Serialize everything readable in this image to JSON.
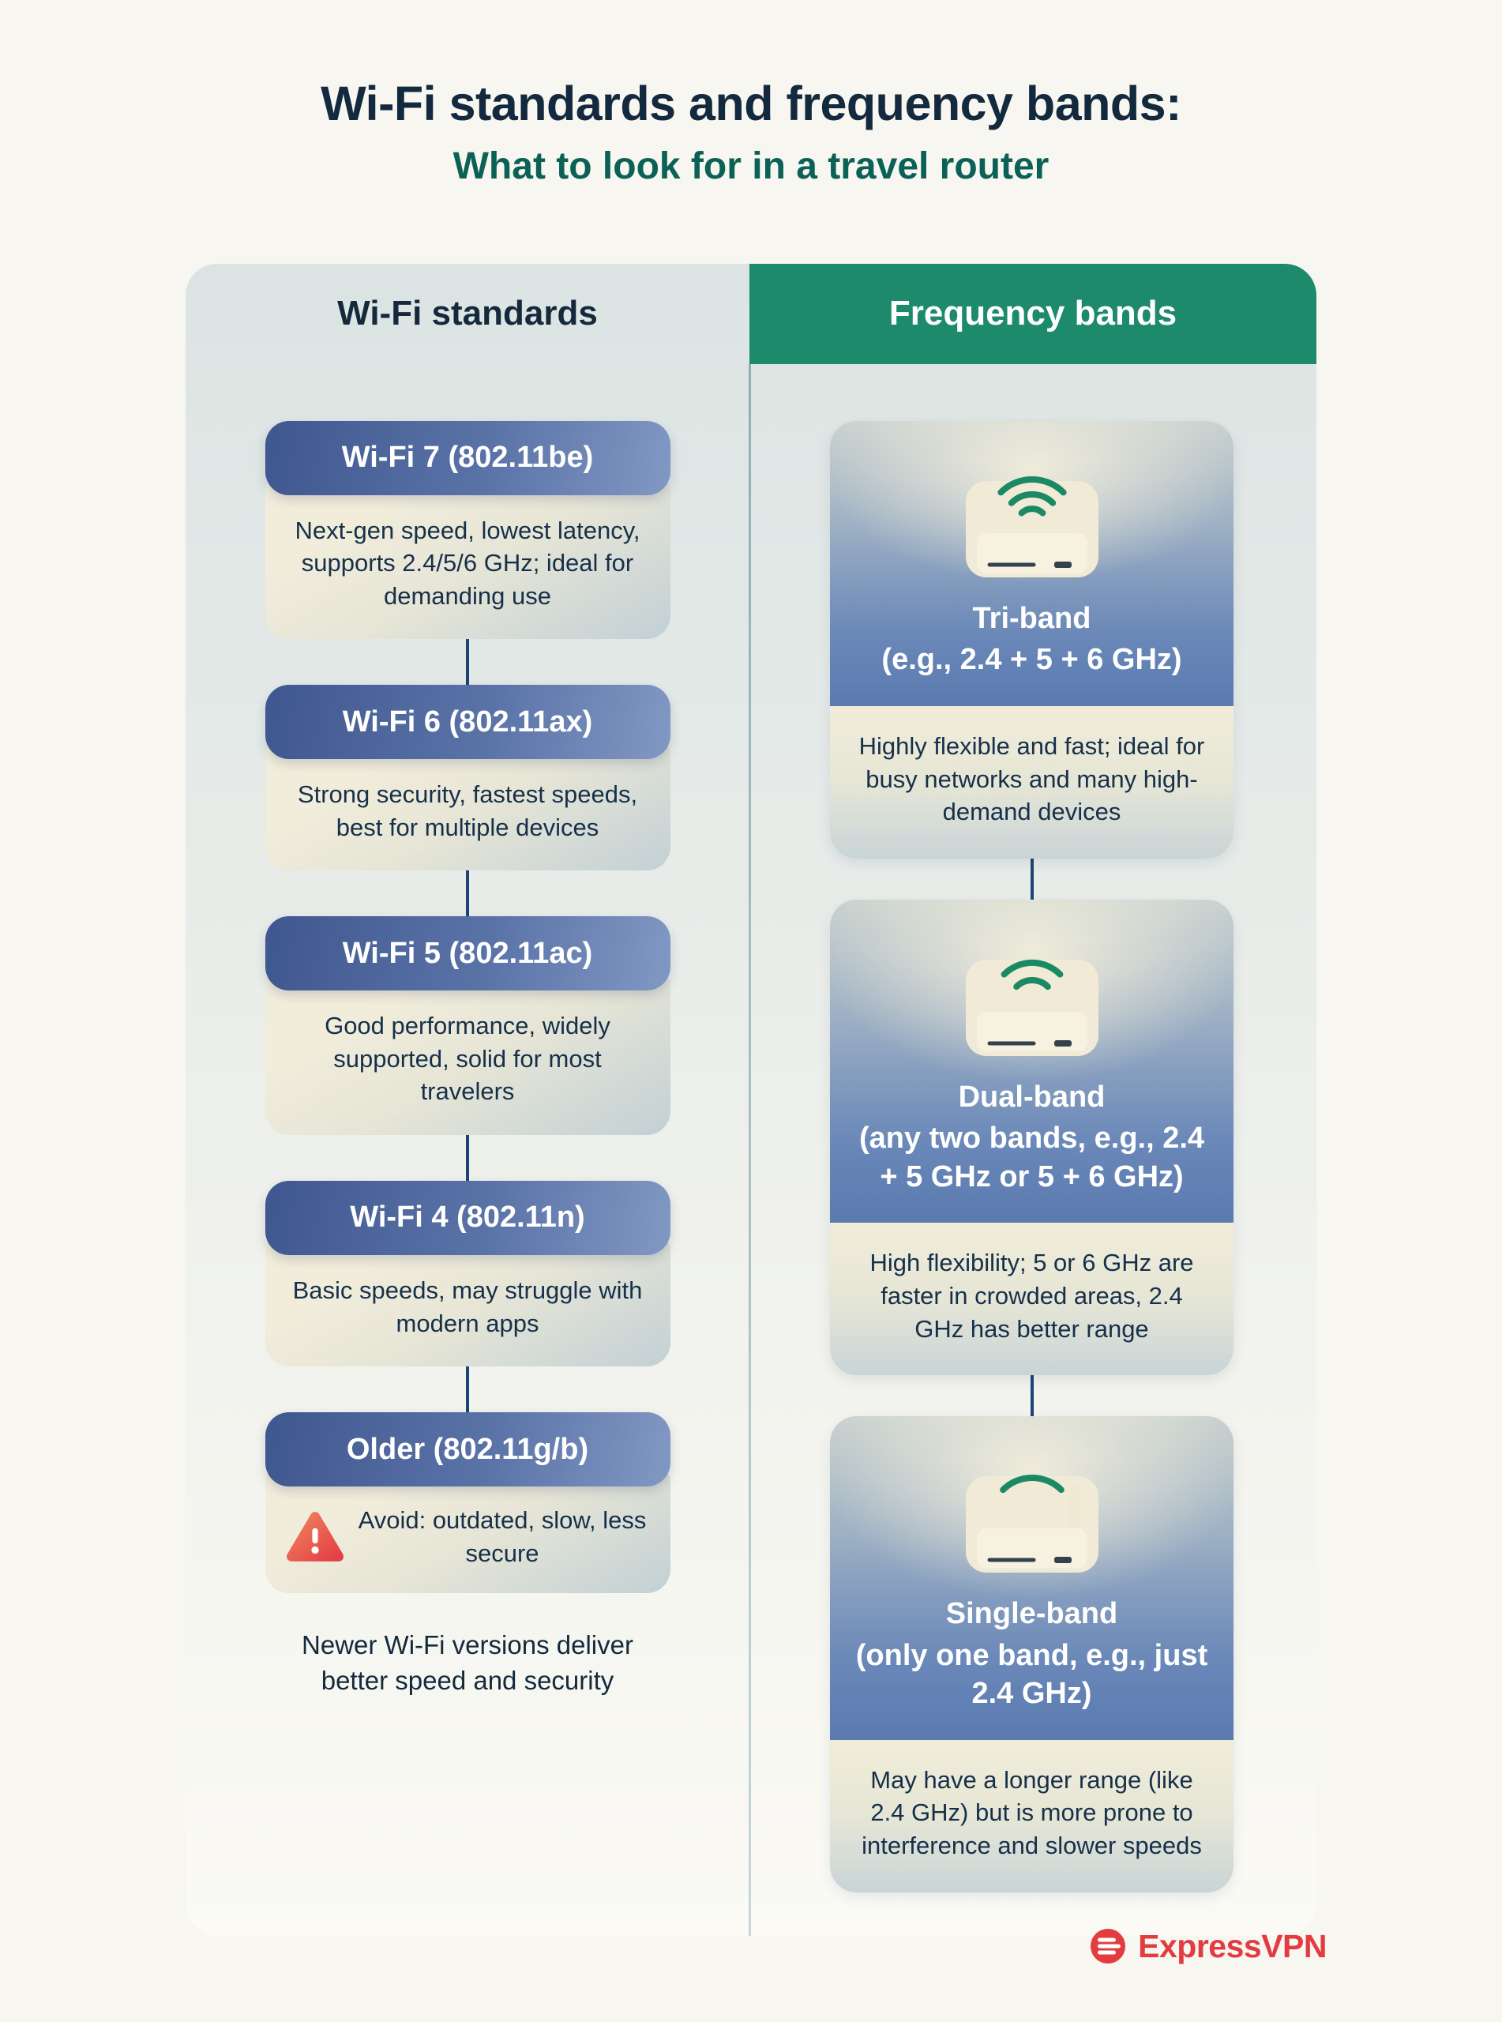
{
  "title": "Wi-Fi standards and frequency bands:",
  "subtitle": "What to look for in a travel router",
  "left_header": "Wi-Fi standards",
  "right_header": "Frequency bands",
  "standards": [
    {
      "name": "Wi-Fi 7 (802.11be)",
      "description": "Next-gen speed, lowest latency, supports 2.4/5/6 GHz; ideal for demanding use"
    },
    {
      "name": "Wi-Fi 6 (802.11ax)",
      "description": "Strong security, fastest speeds, best for multiple devices"
    },
    {
      "name": "Wi-Fi 5 (802.11ac)",
      "description": "Good performance, widely supported, solid for most travelers"
    },
    {
      "name": "Wi-Fi 4 (802.11n)",
      "description": "Basic speeds, may struggle with modern apps"
    },
    {
      "name": "Older (802.11g/b)",
      "description": "Avoid: outdated, slow, less secure",
      "icon": "warning-icon"
    }
  ],
  "standards_note": "Newer Wi-Fi versions deliver better speed and security",
  "bands": [
    {
      "name": "Tri-band",
      "detail": "(e.g., 2.4 + 5 + 6 GHz)",
      "description": "Highly flexible and fast; ideal for busy networks and many high-demand devices",
      "icon": "router-three-arcs-icon",
      "arcs": 3
    },
    {
      "name": "Dual-band",
      "detail": "(any two bands, e.g., 2.4 + 5 GHz or 5 + 6 GHz)",
      "description": "High flexibility; 5 or 6 GHz are faster in crowded areas, 2.4 GHz has better range",
      "icon": "router-two-arcs-icon",
      "arcs": 2
    },
    {
      "name": "Single-band",
      "detail": "(only one band, e.g., just 2.4 GHz)",
      "description": "May have a longer range (like 2.4 GHz) but is more prone to interference and slower speeds",
      "icon": "router-one-arc-icon",
      "arcs": 1
    }
  ],
  "brand": "ExpressVPN",
  "colors": {
    "title_navy": "#13293d",
    "subtitle_teal": "#0b6155",
    "header_green": "#1d8a6c",
    "card_blue_start": "#3f578f",
    "card_blue_end": "#8298c4",
    "connector_blue": "#1e4475",
    "arc_green": "#1b8a64",
    "warning_red": "#e43f44",
    "brand_red": "#e23c41",
    "cream": "#f2eddb"
  }
}
